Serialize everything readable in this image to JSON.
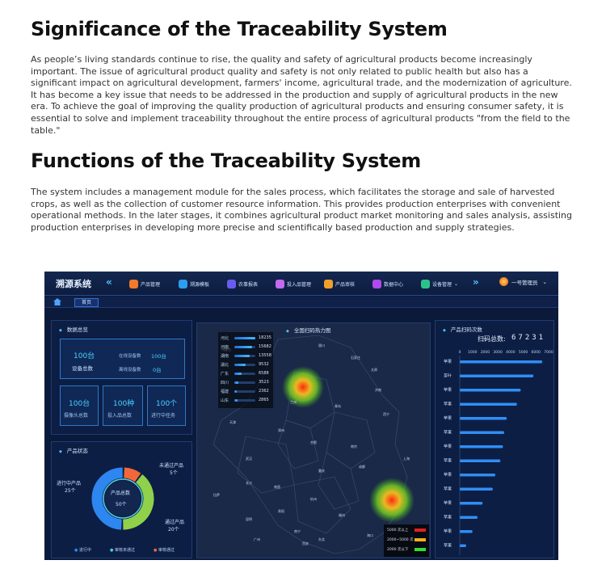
{
  "article": {
    "title1": "Significance of the Traceability System",
    "para1": "As people’s living standards continue to rise, the quality and safety of agricultural products become increasingly important. The issue of agricultural product quality and safety is not only related to public health but also has a significant impact on agricultural development, farmers' income, agricultural trade, and the modernization of agriculture. It has become a key issue that needs to be addressed in the production and supply of agricultural products in the new era. To achieve the goal of improving the quality production of agricultural products and ensuring consumer safety, it is essential to solve and implement traceability throughout the entire process of agricultural products \"from the field to the table.\"",
    "title2": "Functions of the Traceability System",
    "para2": "The system includes a management module for the sales process, which facilitates the storage and sale of harvested crops, as well as the collection of customer resource information. This provides production enterprises with convenient operational methods. In the later stages, it combines agricultural product market monitoring and sales analysis, assisting production enterprises in developing more precise and scientifically based production and supply strategies."
  },
  "dashboard": {
    "brand": "溯源系统",
    "nav": [
      {
        "label": "产品管理",
        "color": "#f07a2a"
      },
      {
        "label": "溯源模板",
        "color": "#2a9df0"
      },
      {
        "label": "农事报表",
        "color": "#6a5cf0"
      },
      {
        "label": "投入品管理",
        "color": "#c46af0"
      },
      {
        "label": "产品审核",
        "color": "#f0a02a"
      },
      {
        "label": "数据中心",
        "color": "#b04af0"
      },
      {
        "label": "设备管理",
        "color": "#2ac48a"
      }
    ],
    "user": "一号管理员",
    "tab_home": "首页",
    "data_overview": {
      "title": "数据总览",
      "device_total_value": "100台",
      "device_total_label": "设备总数",
      "online_label": "在线设备数",
      "online_value": "100台",
      "offline_label": "离线设备数",
      "offline_value": "0台",
      "cameras_value": "100台",
      "cameras_label": "摄像头总数",
      "inputs_value": "100种",
      "inputs_label": "投入品总数",
      "tasks_value": "100个",
      "tasks_label": "进行中任务"
    },
    "product_status": {
      "title": "产品状态",
      "center_label": "产品总数",
      "center_value": "50个",
      "in_progress_label": "进行中产品",
      "in_progress_value": "25个",
      "not_passed_label": "未通过产品",
      "not_passed_value": "5个",
      "passed_label": "通过产品",
      "passed_value": "20个",
      "legend": [
        "进行中",
        "审核未通过",
        "审核通过"
      ],
      "colors": {
        "in_progress": "#2e86f0",
        "not_passed": "#f0683a",
        "passed": "#8fd14a",
        "pending": "#4fd0e0"
      }
    },
    "heatmap": {
      "title": "全国扫码热力图",
      "ranking": [
        {
          "name": "河北",
          "value": "18235",
          "ratio": 1.0
        },
        {
          "name": "河南",
          "value": "15682",
          "ratio": 0.86
        },
        {
          "name": "湖南",
          "value": "13558",
          "ratio": 0.74
        },
        {
          "name": "湖北",
          "value": "9532",
          "ratio": 0.52
        },
        {
          "name": "广东",
          "value": "6588",
          "ratio": 0.36
        },
        {
          "name": "四川",
          "value": "3523",
          "ratio": 0.19
        },
        {
          "name": "福建",
          "value": "2362",
          "ratio": 0.13
        },
        {
          "name": "山东",
          "value": "2865",
          "ratio": 0.16
        }
      ],
      "legend": [
        {
          "label": "5000 次以上",
          "color": "#e02020"
        },
        {
          "label": "2000~5000 次",
          "color": "#f0b020"
        },
        {
          "label": "2000 次以下",
          "color": "#30e030"
        }
      ],
      "places": [
        "内蒙古",
        "银川",
        "石家庄",
        "太原",
        "济南",
        "兰州",
        "西宁",
        "郑州",
        "合肥",
        "南京",
        "武汉",
        "成都",
        "重庆",
        "长沙",
        "南昌",
        "杭州",
        "福州",
        "贵阳",
        "昆明",
        "南宁",
        "广州",
        "台北",
        "海口",
        "西安",
        "天津",
        "青岛",
        "上海",
        "拉萨"
      ]
    },
    "scan_ranking": {
      "title": "产品扫码次数",
      "total_label": "扫码总数:",
      "total_value": "67231",
      "axis": [
        "0",
        "1000",
        "2000",
        "3000",
        "4000",
        "5000",
        "6000",
        "7000"
      ],
      "chart_data": {
        "type": "bar",
        "categories": [
          "苹果",
          "茶叶",
          "苹果",
          "苹果",
          "苹果",
          "苹果",
          "苹果",
          "苹果",
          "苹果",
          "苹果",
          "苹果",
          "苹果",
          "苹果",
          "苹果"
        ],
        "values": [
          6500,
          5800,
          4800,
          4500,
          3700,
          3500,
          3400,
          3200,
          2800,
          2600,
          1800,
          1400,
          1000,
          500
        ],
        "xlim": [
          0,
          7000
        ]
      }
    }
  }
}
